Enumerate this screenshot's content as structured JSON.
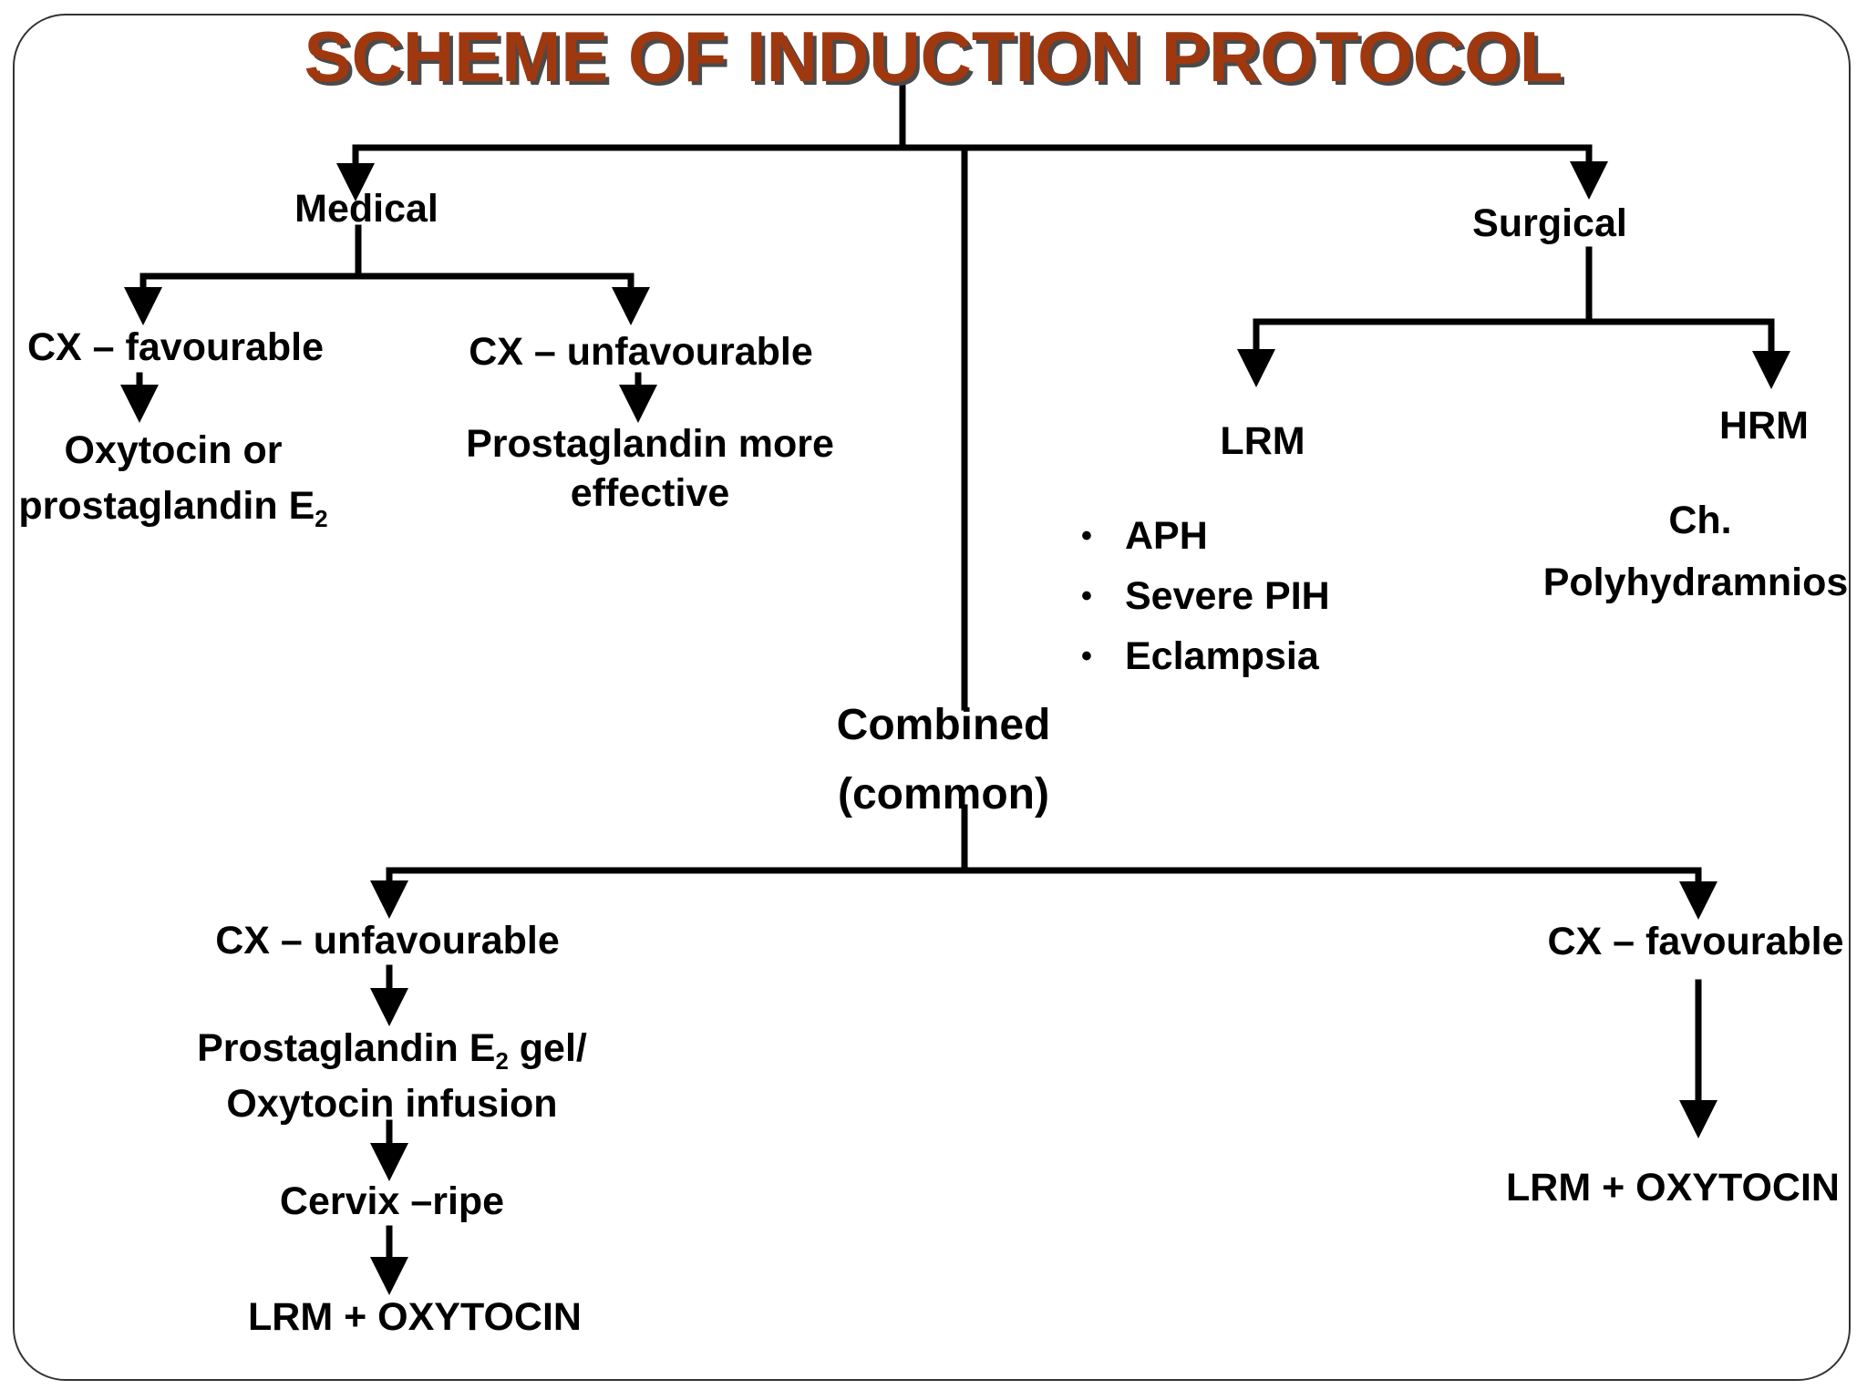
{
  "title": "SCHEME OF INDUCTION PROTOCOL",
  "colors": {
    "title": "#a0380f",
    "title_shadow": "#4a4a4a",
    "lines": "#000000",
    "frame": "#333333"
  },
  "medical": {
    "label": "Medical",
    "favourable": {
      "label": "CX – favourable",
      "result_line1": "Oxytocin or",
      "result_line2_text": "prostaglandin E",
      "result_line2_sub": "2"
    },
    "unfavourable": {
      "label": "CX – unfavourable",
      "result_line1": "Prostaglandin more",
      "result_line2": "effective"
    }
  },
  "surgical": {
    "label": "Surgical",
    "lrm": {
      "label": "LRM",
      "indications": [
        "APH",
        "Severe PIH",
        "Eclampsia"
      ],
      "bullet": "•"
    },
    "hrm": {
      "label": "HRM",
      "indication_line1": "Ch.",
      "indication_line2": "Polyhydramnios"
    }
  },
  "combined": {
    "label_line1": "Combined",
    "label_line2": "(common)",
    "unfavourable": {
      "label": "CX – unfavourable",
      "step1_line1_text": "Prostaglandin E",
      "step1_line1_sub": "2",
      "step1_line1_tail": " gel/",
      "step1_line2": "Oxytocin infusion",
      "step2": "Cervix –ripe",
      "step3": "LRM + OXYTOCIN"
    },
    "favourable": {
      "label": "CX – favourable",
      "result": "LRM + OXYTOCIN"
    }
  }
}
